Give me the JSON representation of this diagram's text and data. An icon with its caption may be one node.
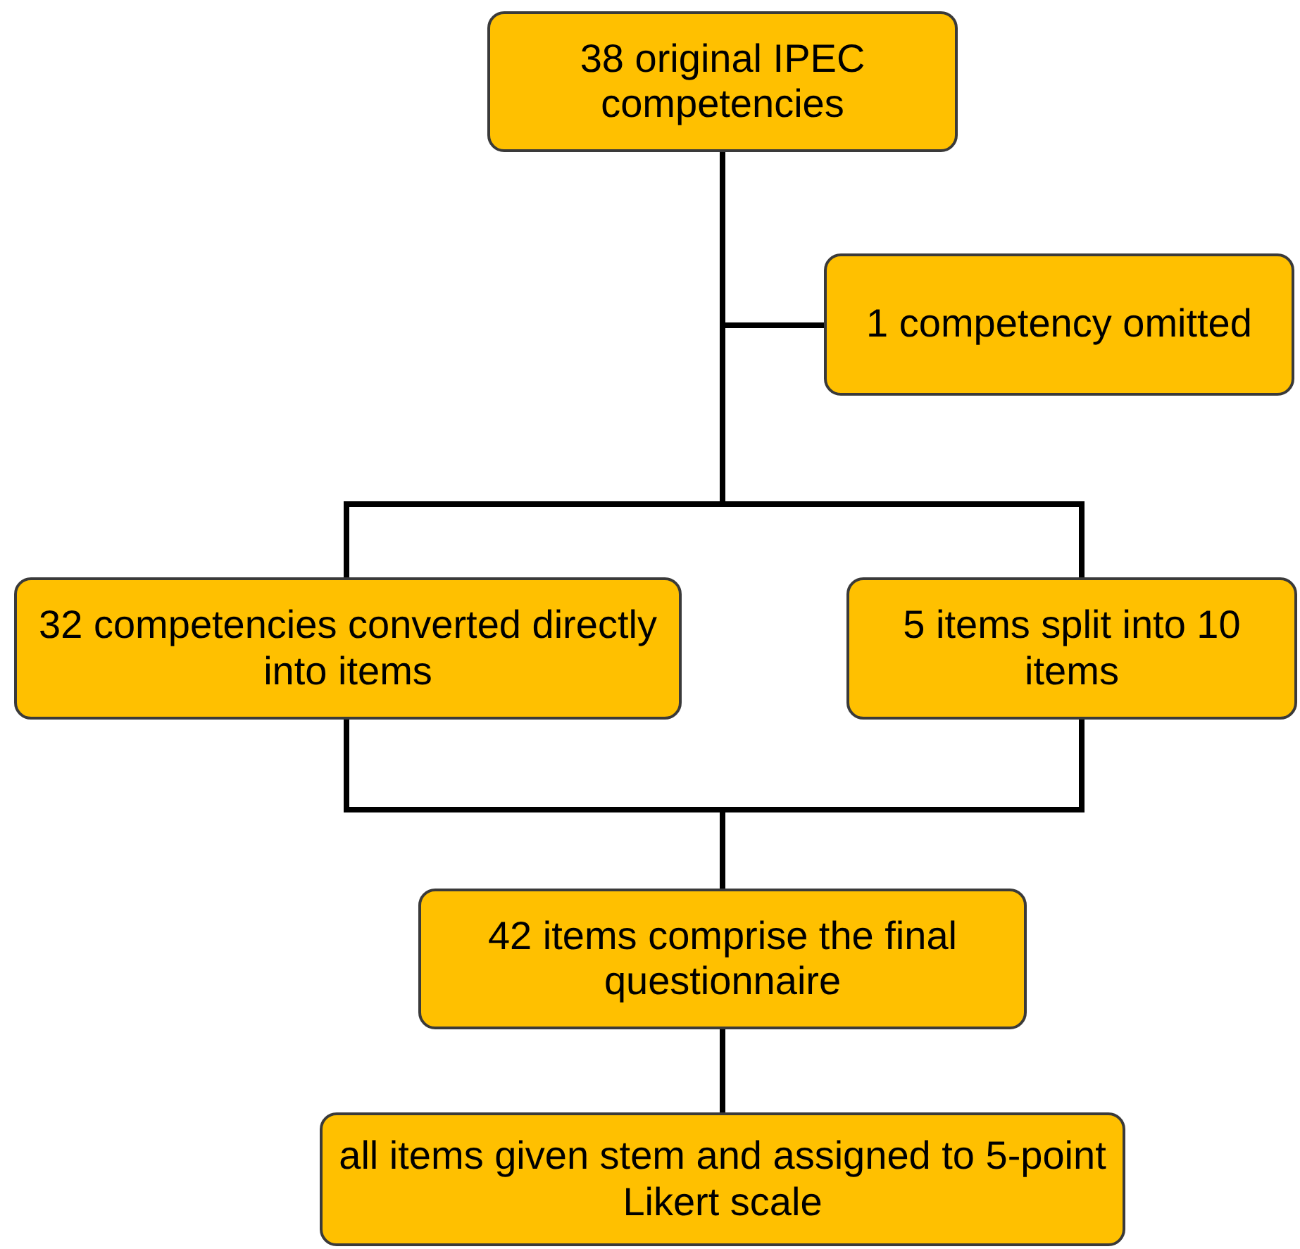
{
  "diagram": {
    "nodes": [
      {
        "text": [
          "38 original IPEC competencies"
        ]
      },
      {
        "text": [
          "1 competency omitted"
        ]
      },
      {
        "text": [
          "32 competencies converted directly into items"
        ]
      },
      {
        "text": [
          "5 items split into 10 items"
        ]
      },
      {
        "text": [
          "42 items comprise the final questionnaire"
        ]
      },
      {
        "text": [
          "all items given stem and assigned to 5-point Likert scale"
        ]
      }
    ],
    "edges": [
      {
        "from": 0,
        "to": 1,
        "arrow": "none"
      },
      {
        "from": 0,
        "to": 2,
        "arrow": "none"
      },
      {
        "from": 0,
        "to": 3,
        "arrow": "none"
      },
      {
        "from": 2,
        "to": 4,
        "arrow": "none"
      },
      {
        "from": 3,
        "to": 4,
        "arrow": "none"
      },
      {
        "from": 4,
        "to": 5,
        "arrow": "none"
      }
    ]
  }
}
